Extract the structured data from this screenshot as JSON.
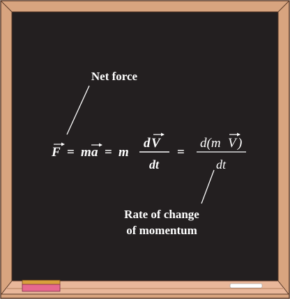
{
  "board": {
    "frame_color": "#d8a47f",
    "frame_outline": "#5a3a28",
    "slate_color": "#231f20",
    "ledge_color": "#e9b79a"
  },
  "annotations": {
    "top_label": "Net force",
    "bottom_label_line1": "Rate of change",
    "bottom_label_line2": "of momentum"
  },
  "equation": {
    "F": "F",
    "equals": "=",
    "m1": "m",
    "a": "a",
    "m2": "m",
    "dV_d": "d",
    "dV_V": "V",
    "dt1": "dt",
    "d_paren": "d(m",
    "paren_V": "V",
    "close_paren": ")",
    "dt2": "dt"
  },
  "tray_items": {
    "eraser_color": "#e6698f",
    "eraser_felt_color": "#d9a03c",
    "chalk_color": "#ffffff"
  }
}
